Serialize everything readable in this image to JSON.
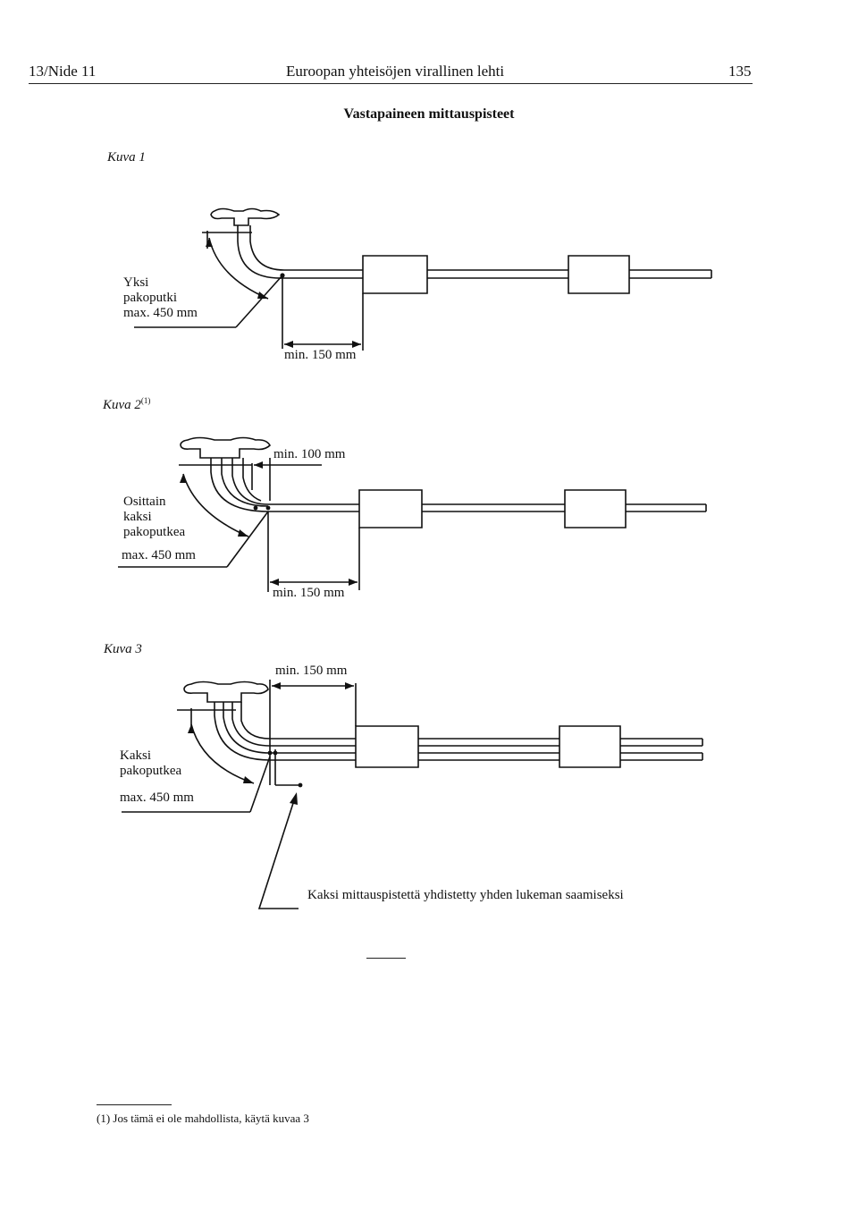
{
  "header": {
    "left": "13/Nide 11",
    "center": "Euroopan yhteisöjen virallinen lehti",
    "page_number": "135"
  },
  "title": "Vastapaineen mittauspisteet",
  "figures": [
    {
      "caption": "Kuva 1",
      "label": "Yksi\npakoputki\nmax. 450 mm",
      "dimensions": [
        "min. 150 mm"
      ]
    },
    {
      "caption": "Kuva 2",
      "caption_note": "(1)",
      "label": "Osittain\nkaksi\npakoputkea",
      "label_max": "max. 450 mm",
      "dimensions": [
        "min. 100 mm",
        "min. 150 mm"
      ]
    },
    {
      "caption": "Kuva 3",
      "label": "Kaksi\npakoputkea",
      "label_max": "max. 450 mm",
      "dimensions": [
        "min. 150 mm"
      ],
      "callout": "Kaksi mittauspistettä yhdistetty yhden lukeman saamiseksi"
    }
  ],
  "footnote": {
    "marker": "(1)",
    "text": "Jos tämä ei ole mahdollista, käytä kuvaa 3"
  }
}
